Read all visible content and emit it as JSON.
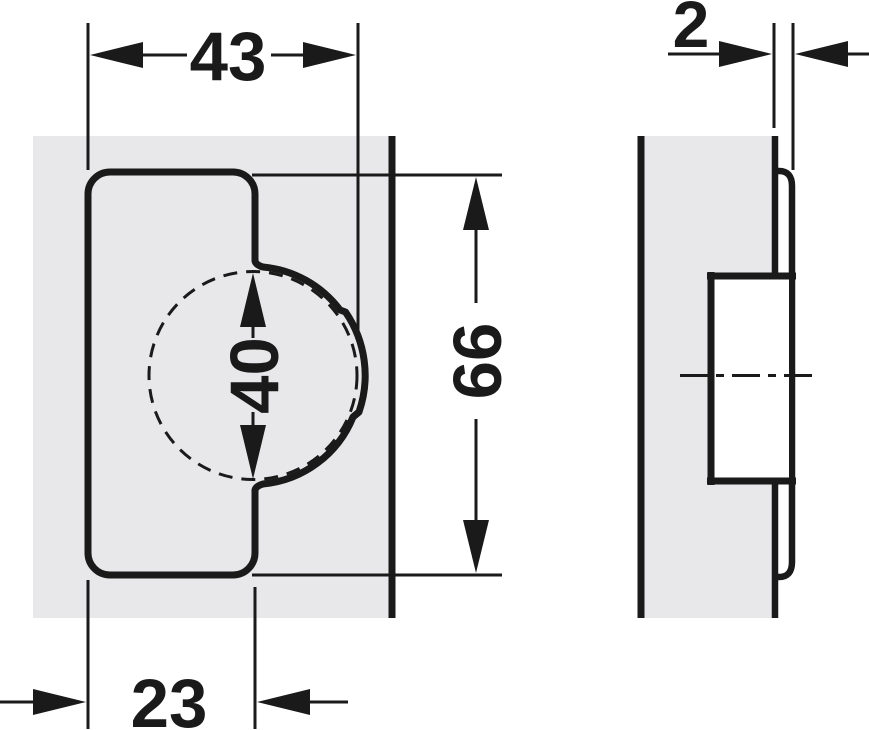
{
  "drawing": {
    "type": "technical-dimension-drawing",
    "views": 2,
    "dims": {
      "overall_width": "43",
      "overall_height": "66",
      "cup_diameter": "40",
      "edge_distance": "23",
      "flange_protrusion": "2"
    },
    "colors": {
      "panel_fill": "#e8e8ea",
      "line": "#1a1a1a",
      "background": "#ffffff"
    }
  }
}
